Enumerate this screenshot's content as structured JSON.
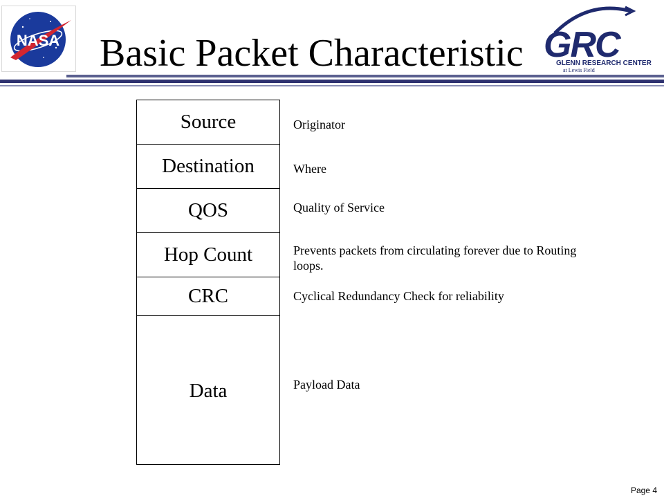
{
  "slide": {
    "title": "Basic Packet Characteristic",
    "page_label": "Page 4"
  },
  "logos": {
    "nasa": {
      "icon": "nasa-meatball-logo-icon",
      "text": "NASA"
    },
    "grc": {
      "icon": "grc-logo-icon",
      "text": "GRC",
      "subtitle": "GLENN RESEARCH CENTER",
      "subtitle2": "at Lewis Field"
    }
  },
  "packet": {
    "fields": [
      {
        "label": "Source",
        "description": "Originator"
      },
      {
        "label": "Destination",
        "description": "Where"
      },
      {
        "label": "QOS",
        "description": "Quality of Service"
      },
      {
        "label": "Hop Count",
        "description": "Prevents packets from circulating forever due to Routing loops."
      },
      {
        "label": "CRC",
        "description": "Cyclical Redundancy Check for reliability"
      },
      {
        "label": "Data",
        "description": "Payload Data"
      }
    ]
  },
  "colors": {
    "rule_dark": "#2e3270",
    "rule_mid": "#5a5f8f",
    "rule_light": "#8a8fb5",
    "nasa_blue": "#1a3a9c",
    "nasa_red": "#d22630",
    "grc_navy": "#1f2a6e"
  }
}
